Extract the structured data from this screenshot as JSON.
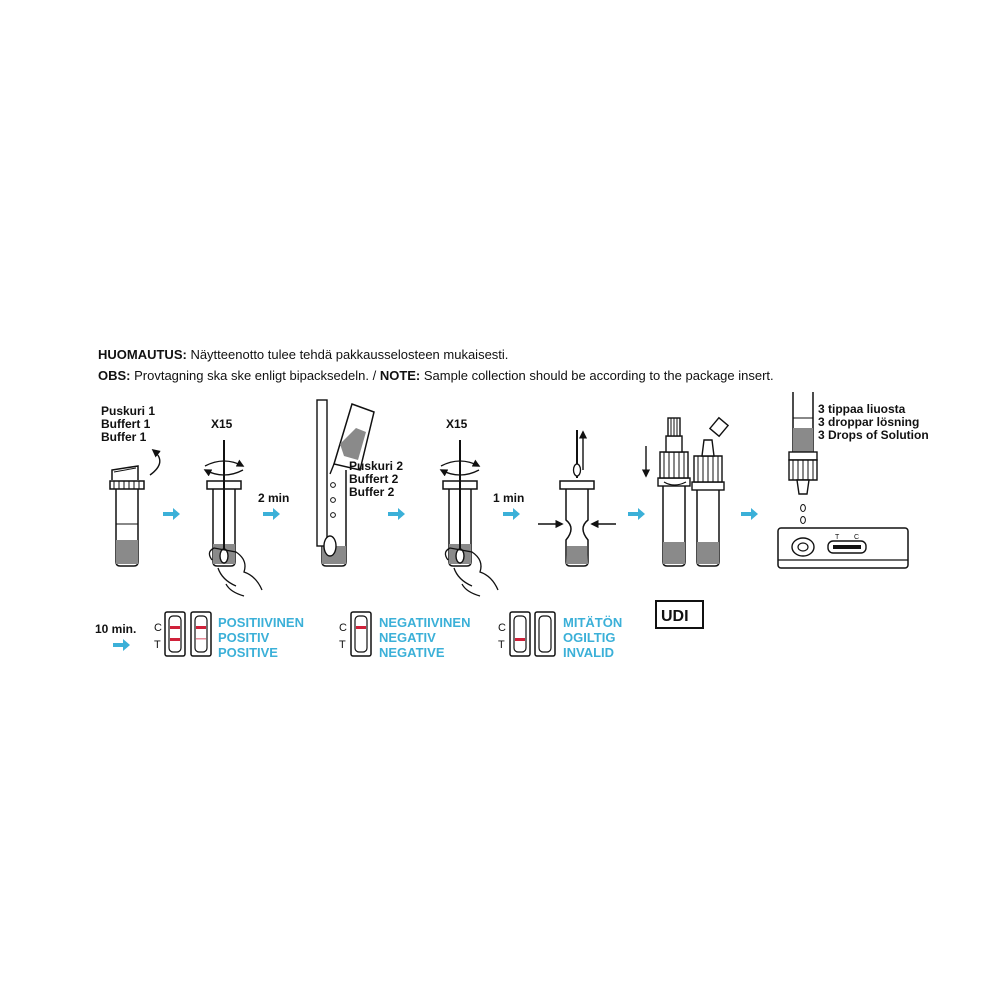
{
  "notes": {
    "line1_label": "HUOMAUTUS:",
    "line1_text": " Näytteenotto tulee tehdä pakkausselosteen mukaisesti.",
    "line2_label": "OBS:",
    "line2_text": " Provtagning ska ske enligt bipacksedeln. / ",
    "line2_label_b": "NOTE:",
    "line2_text_b": " Sample collection should be according to the package insert."
  },
  "steps": {
    "buffer1": [
      "Puskuri 1",
      "Buffert 1",
      "Buffer 1"
    ],
    "rotate1": "X15",
    "wait1": "2 min",
    "buffer2": [
      "Puskuri 2",
      "Buffert 2",
      "Buffer 2"
    ],
    "rotate2": "X15",
    "wait2": "1 min",
    "drops": [
      "3 tippaa liuosta",
      "3 droppar lösning",
      "3 Drops of Solution"
    ]
  },
  "results": {
    "wait": "10 min.",
    "c_label": "C",
    "t_label": "T",
    "positive": [
      "POSITIIVINEN",
      "POSITIV",
      "POSITIVE"
    ],
    "negative": [
      "NEGATIIVINEN",
      "NEGATIV",
      "NEGATIVE"
    ],
    "invalid": [
      "MITÄTÖN",
      "OGILTIG",
      "INVALID"
    ],
    "udi": "UDI"
  },
  "colors": {
    "arrow": "#3bb0d8",
    "result_text": "#3bb0d8",
    "line_red": "#d0213a",
    "liquid": "#8a8a8a"
  }
}
